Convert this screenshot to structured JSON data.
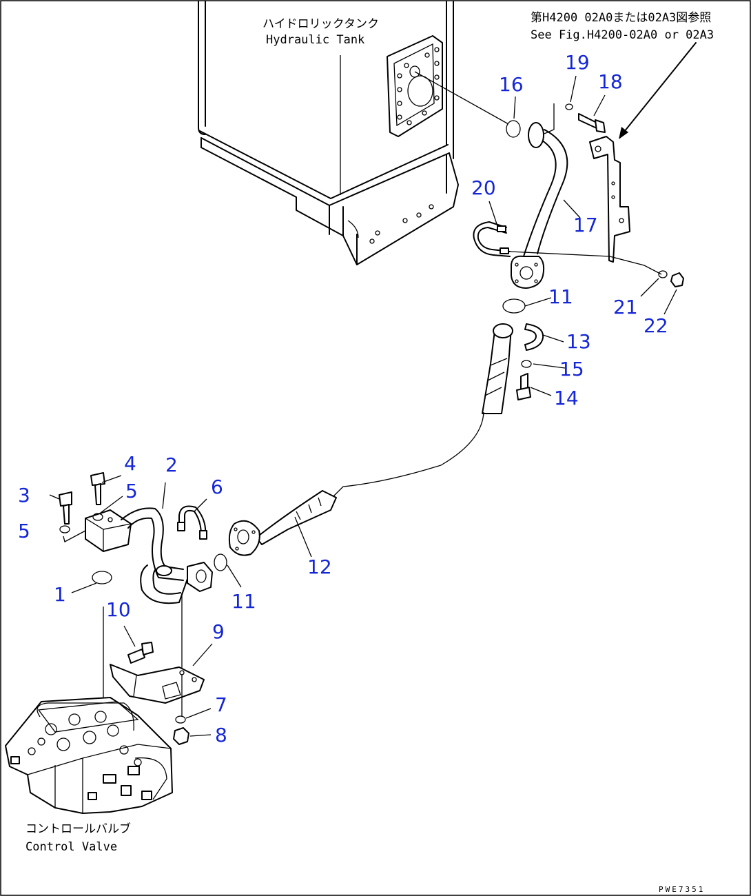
{
  "diagram_code": "PWE7351",
  "captions": {
    "tank_jp": "ハイドロリックタンク",
    "tank_en": "Hydraulic Tank",
    "ref_jp": "第H4200 02A0または02A3図参照",
    "ref_en": "See Fig.H4200-02A0 or 02A3",
    "valve_jp": "コントロールバルブ",
    "valve_en": "Control Valve"
  },
  "callouts": {
    "c1": "1",
    "c2": "2",
    "c3": "3",
    "c4": "4",
    "c5a": "5",
    "c5b": "5",
    "c6": "6",
    "c7": "7",
    "c8": "8",
    "c9": "9",
    "c10": "10",
    "c11a": "11",
    "c11b": "11",
    "c12": "12",
    "c13": "13",
    "c14": "14",
    "c15": "15",
    "c16": "16",
    "c17": "17",
    "c18": "18",
    "c19": "19",
    "c20": "20",
    "c21": "21",
    "c22": "22"
  },
  "callout_color": "#1426d6"
}
